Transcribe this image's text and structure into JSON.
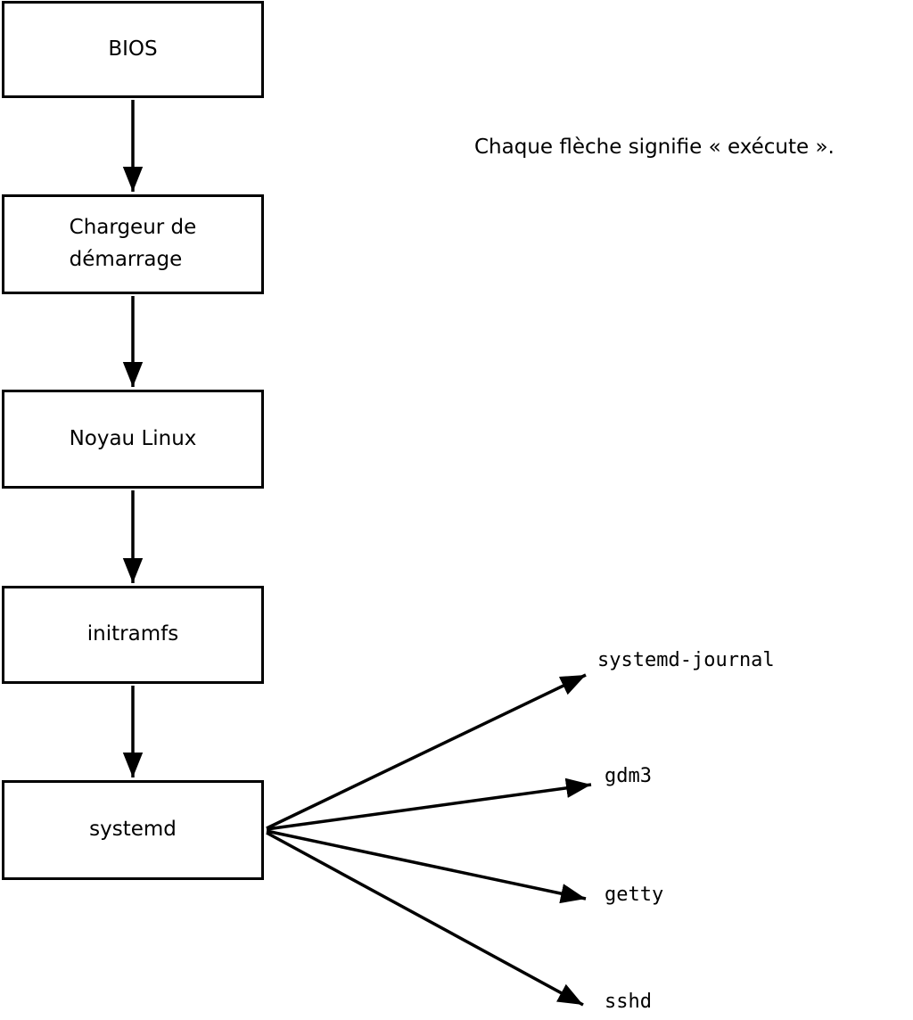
{
  "diagram": {
    "caption": "Chaque flèche signifie « exécute ».",
    "boxes": {
      "bios": "BIOS",
      "bootloader": "Chargeur de\ndémarrage",
      "kernel": "Noyau Linux",
      "initramfs": "initramfs",
      "systemd": "systemd"
    },
    "processes": {
      "journal": "systemd-journal",
      "gdm3": "gdm3",
      "getty": "getty",
      "sshd": "sshd"
    },
    "colors": {
      "line": "#000000",
      "box_fill": "#ffffff",
      "background": "#ffffff"
    }
  }
}
